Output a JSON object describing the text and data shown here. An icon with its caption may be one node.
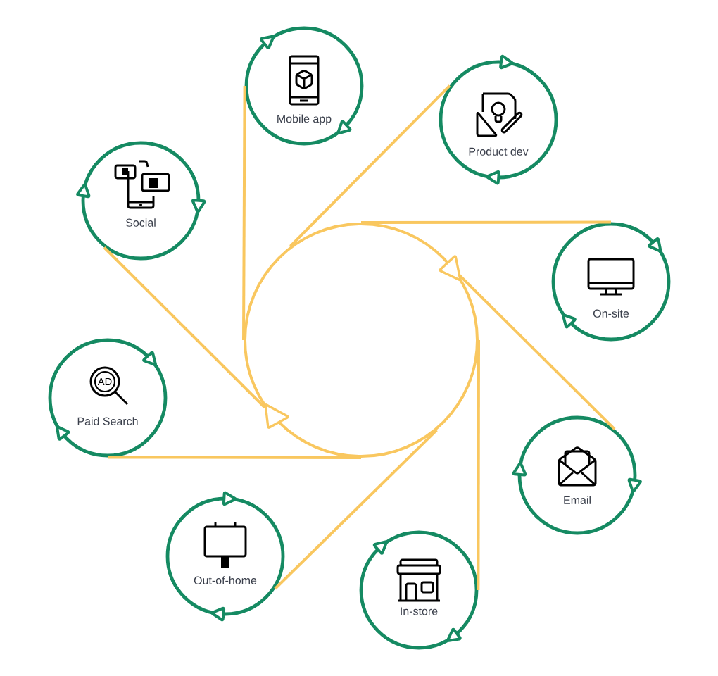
{
  "diagram": {
    "nodes": [
      {
        "text": [],
        "shape": "circle"
      },
      {
        "text": [
          "Mobile app"
        ]
      },
      {
        "text": [
          "Product dev"
        ]
      },
      {
        "text": [
          "On-site"
        ]
      },
      {
        "text": [
          "Email"
        ]
      },
      {
        "text": [
          "In-store"
        ]
      },
      {
        "text": [
          "Out-of-home"
        ]
      },
      {
        "text": [
          "Paid Search"
        ]
      },
      {
        "text": [
          "Social"
        ]
      }
    ],
    "edges": [
      {
        "from": 1,
        "to": 0,
        "arrow": "none"
      },
      {
        "from": 2,
        "to": 0,
        "arrow": "none"
      },
      {
        "from": 3,
        "to": 0,
        "arrow": "none"
      },
      {
        "from": 4,
        "to": 0,
        "arrow": "none"
      },
      {
        "from": 5,
        "to": 0,
        "arrow": "none"
      },
      {
        "from": 6,
        "to": 0,
        "arrow": "none"
      },
      {
        "from": 7,
        "to": 0,
        "arrow": "none"
      },
      {
        "from": 8,
        "to": 0,
        "arrow": "none"
      }
    ],
    "labels": [
      "AD"
    ]
  }
}
